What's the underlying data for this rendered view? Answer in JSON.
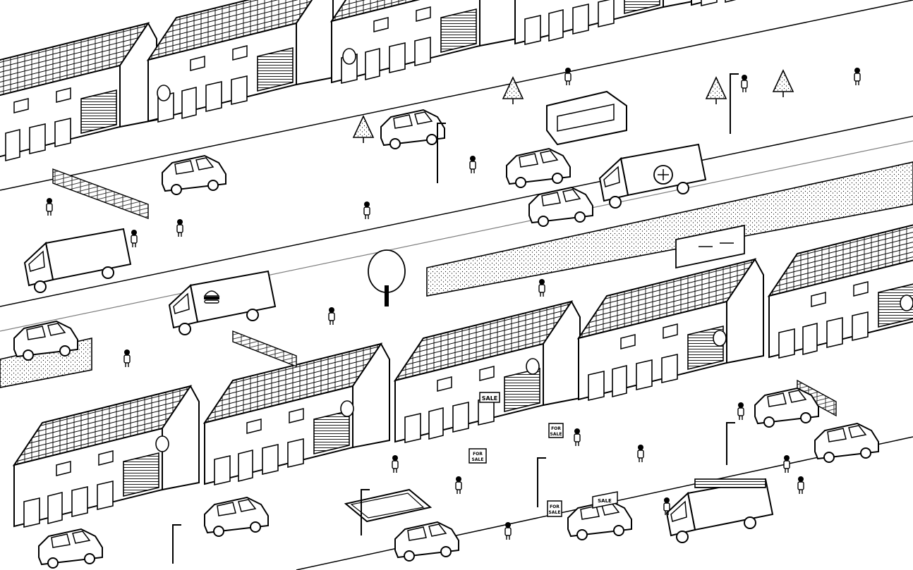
{
  "game": {
    "style": "black-and-white hand-drawn isometric hidden-object town",
    "colors": {
      "ink": "#000000",
      "paper": "#ffffff",
      "shade": "#d9d9d9"
    }
  },
  "signs": {
    "sale_shop": "SALE",
    "for_sale_left_line1": "FOR",
    "for_sale_left_line2": "SALE",
    "for_sale_right_line1": "FOR",
    "for_sale_right_line2": "SALE",
    "for_sale_bottom_line1": "FOR",
    "for_sale_bottom_line2": "SALE",
    "car_roof_sign": "SALE"
  },
  "icons": {
    "burger": "burger-icon",
    "satellite": "satellite-dish-icon",
    "tree": "tree-icon"
  }
}
